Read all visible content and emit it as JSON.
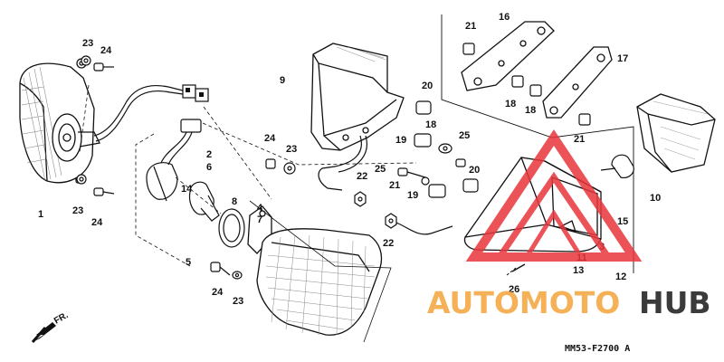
{
  "diagram": {
    "part_numbers": [
      "1",
      "2",
      "3",
      "4",
      "5",
      "6",
      "7",
      "8",
      "9",
      "10",
      "11",
      "12",
      "13",
      "14",
      "15",
      "16",
      "17",
      "18",
      "19",
      "20",
      "21",
      "22",
      "23",
      "24",
      "25",
      "26"
    ],
    "labels": {
      "n1": "1",
      "n2": "2",
      "n3": "3",
      "n4": "4",
      "n5": "5",
      "n6": "6",
      "n7": "7",
      "n8": "8",
      "n9": "9",
      "n10": "10",
      "n11": "11",
      "n12": "12",
      "n13": "13",
      "n14": "14",
      "n15": "15",
      "n16": "16",
      "n17": "17",
      "n18a": "18",
      "n18b": "18",
      "n18c": "18",
      "n19a": "19",
      "n19b": "19",
      "n20a": "20",
      "n20b": "20",
      "n21a": "21",
      "n21b": "21",
      "n21c": "21",
      "n22a": "22",
      "n22b": "22",
      "n23a": "23",
      "n23b": "23",
      "n23c": "23",
      "n23d": "23",
      "n24a": "24",
      "n24b": "24",
      "n24c": "24",
      "n24d": "24",
      "n25a": "25",
      "n25b": "25",
      "n26": "26"
    },
    "direction_label": "FR.",
    "drawing_code": "MM53-F2700 A"
  },
  "watermark": {
    "part1": "AUTOMOTO",
    "part2": "HUB",
    "color_primary": "#f2a33a",
    "color_secondary": "#3b3b3b",
    "triangle_color": "#e8363d"
  }
}
